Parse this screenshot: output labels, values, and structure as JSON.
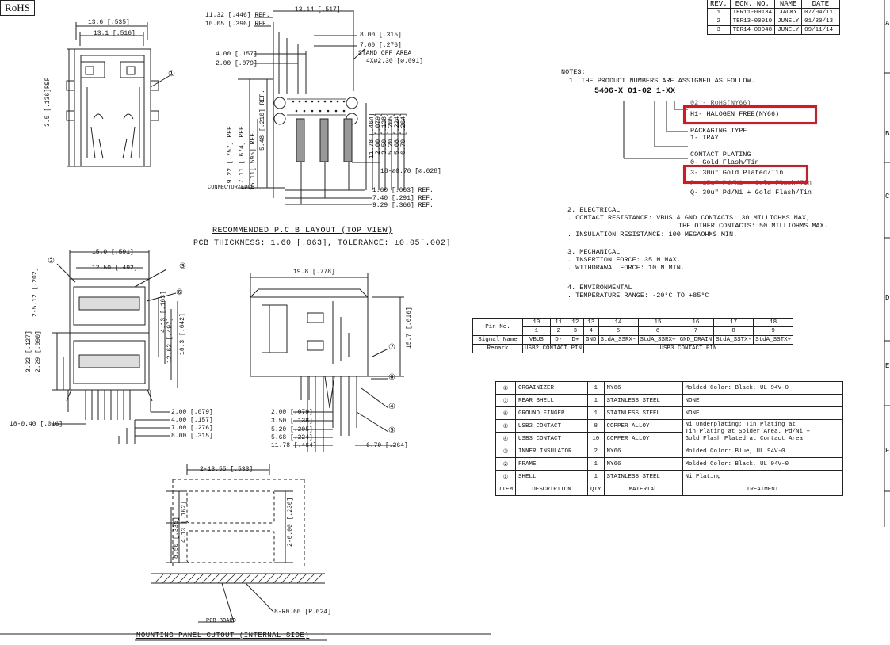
{
  "rohs": "RoHS",
  "rev": {
    "headers": [
      "REV.",
      "ECN. NO.",
      "NAME",
      "DATE"
    ],
    "rows": [
      [
        "1",
        "TER11-00134",
        "JACKY",
        "07/04/11'"
      ],
      [
        "2",
        "TER13-00010",
        "JUNELY",
        "01/30/13'"
      ],
      [
        "3",
        "TER14-00048",
        "JUNELY",
        "09/11/14'"
      ]
    ]
  },
  "border_letters": [
    "A",
    "B",
    "C",
    "D",
    "E",
    "F"
  ],
  "notes": {
    "heading": "NOTES:",
    "n1": "1. THE PRODUCT NUMBERS ARE ASSIGNED AS FOLLOW.",
    "part_number": "5406-X 01-02 1-XX",
    "pn_02": "02 - RoHS(NY66)",
    "pn_h1": "H1- HALOGEN FREE(NY66)",
    "pkg_title": "PACKAGING TYPE",
    "pkg_1": "1- TRAY",
    "plating_title": "CONTACT PLATING",
    "plating_0": "0- Gold Flash/Tin",
    "plating_3": "3- 30u\" Gold Plated/Tin",
    "plating_p": "P- 15u\" Pd/Ni + Gold Flash/Tin",
    "plating_q": "Q- 30u\" Pd/Ni + Gold Flash/Tin",
    "n2": "2. ELECTRICAL",
    "n2a": ". CONTACT RESISTANCE: VBUS & GND CONTACTS: 30 MILLIOHMS MAX;",
    "n2b": "THE OTHER CONTACTS: 50 MILLIOHMS MAX.",
    "n2c": ". INSULATION RESISTANCE: 100 MEGAOHMS MIN.",
    "n3": "3. MECHANICAL",
    "n3a": ". INSERTION FORCE: 35 N MAX.",
    "n3b": ". WITHDRAWAL FORCE: 10 N MIN.",
    "n4": "4. ENVIRONMENTAL",
    "n4a": ". TEMPERATURE RANGE: -20°C TO +85°C"
  },
  "pin_table": {
    "pin_label": "Pin No.",
    "row1": [
      "10",
      "11",
      "12",
      "13",
      "14",
      "15",
      "16",
      "17",
      "18"
    ],
    "row2": [
      "1",
      "2",
      "3",
      "4",
      "5",
      "6",
      "7",
      "8",
      "9"
    ],
    "signal_label": "Signal Name",
    "signals": [
      "VBUS",
      "D-",
      "D+",
      "GND",
      "StdA_SSRX-",
      "StdA_SSRX+",
      "GND_DRAIN",
      "StdA_SSTX-",
      "StdA_SSTX+"
    ],
    "remark_label": "Remark",
    "usb2": "USB2 CONTACT PIN",
    "usb3": "USB3 CONTACT PIN"
  },
  "bom": {
    "rows": [
      {
        "item": "⑧",
        "desc": "ORGAINIZER",
        "qty": "1",
        "mat": "NY66",
        "treat": "Molded Color: Black, UL 94V-0"
      },
      {
        "item": "⑦",
        "desc": "REAR SHELL",
        "qty": "1",
        "mat": "STAINLESS STEEL",
        "treat": "NONE"
      },
      {
        "item": "⑥",
        "desc": "GROUND FINGER",
        "qty": "1",
        "mat": "STAINLESS STEEL",
        "treat": "NONE"
      },
      {
        "item": "⑤",
        "desc": "USB2 CONTACT",
        "qty": "8",
        "mat": "COPPER ALLOY",
        "treat": "Ni Underplating; Tin Plating at"
      },
      {
        "item": "④",
        "desc": "USB3 CONTACT",
        "qty": "10",
        "mat": "COPPER ALLOY",
        "treat": ""
      },
      {
        "item": "③",
        "desc": "INNER INSULATOR",
        "qty": "2",
        "mat": "NY66",
        "treat": "Molded Color: Blue, UL 94V-0"
      },
      {
        "item": "②",
        "desc": "FRAME",
        "qty": "1",
        "mat": "NY66",
        "treat": "Molded Color: Black, UL 94V-0"
      },
      {
        "item": "①",
        "desc": "SHELL",
        "qty": "1",
        "mat": "STAINLESS STEEL",
        "treat": "Ni Plating"
      }
    ],
    "treat_merged_2": "Tin Plating at Solder Area. Pd/Ni +",
    "treat_merged_3": "Gold Flash Plated at Contact Area",
    "header": {
      "item": "ITEM",
      "desc": "DESCRIPTION",
      "qty": "QTY",
      "mat": "MATERIAL",
      "treat": "TREATMENT"
    }
  },
  "views": {
    "pcb_title": "RECOMMENDED P.C.B LAYOUT (TOP VIEW)",
    "pcb_sub": "PCB THICKNESS: 1.60 [.063], TOLERANCE: ±0.05[.002]",
    "cutout_title": "MOUNTING PANEL CUTOUT (INTERNAL SIDE)"
  },
  "dims": {
    "d_13_6": "13.6 [.535]",
    "d_13_1": "13.1 [.516]",
    "d_3_5": "3.5 [.136]REF",
    "d_11_32": "11.32 [.446] REF.",
    "d_10_05": "10.05 [.396] REF.",
    "d_13_14": "13.14 [.517]",
    "d_8_00": "8.00 [.315]",
    "d_7_00": "7.00 [.276]",
    "d_4_00": "4.00 [.157]",
    "d_2_00": "2.00 [.079]",
    "d_standoff": "STAND OFF AREA",
    "d_4x": "4X⌀2.30 [⌀.091]",
    "d_19_22": "19.22 [.757] REF.",
    "d_17_11": "17.11 [.674] REF.",
    "d_15_11": "15.11[.595] REF.",
    "d_5_48": "5.48 [.216] REF.",
    "d_col": "11.78 [.464]",
    "d_col2": "2.00 [.079]",
    "d_col3": "3.50 [.138]",
    "d_col4": "5.20 [.205]",
    "d_col5": "5.68 [.224]",
    "d_col6": "6.70 [.264]",
    "d_18": "18-⌀0.70 [⌀.028]",
    "d_1_60": "1.60 [.063] REF.",
    "d_7_40": "7.40 [.291] REF.",
    "d_9_29": "9.29 [.366] REF.",
    "d_conn": "CONNECTOR EDGE",
    "f_15": "15.0 [.591]",
    "f_12_5": "12.50 [.492]",
    "f_2_512": "2-5.12 [.202]",
    "f_3_22": "3.22 [.127]",
    "f_2_29": "2.29 [.090]",
    "f_4_13": "4.13 [.163]",
    "f_12_63": "12.63 [.497]",
    "f_16_3": "16.3 [.642]",
    "f_18": "18-0.40 [.016]",
    "f_2": "2.00 [.079]",
    "f_4": "4.00 [.157]",
    "f_7": "7.00 [.276]",
    "f_8": "8.00 [.315]",
    "s_19_8": "19.8 [.778]",
    "s_15_7": "15.7 [.616]",
    "s_2": "2.00 [.079]",
    "s_3_5": "3.50 [.138]",
    "s_5_2": "5.20 [.205]",
    "s_5_68": "5.68 [.224]",
    "s_11_78": "11.78 [.464]",
    "s_6_7": "6.70 [.264]",
    "c_2_13": "2-13.55 [.533]",
    "c_4_13": "4.13 [.162]",
    "c_8_5": "8.50 [.335]",
    "c_2_6": "2-6.00 [.236]",
    "c_r": "8-R0.60 [R.024]",
    "c_pcb": "PCB BOARD"
  },
  "callouts": {
    "c1": "①",
    "c2": "②",
    "c3": "③",
    "c4": "④",
    "c5": "⑤",
    "c6": "⑥",
    "c7": "⑦"
  }
}
